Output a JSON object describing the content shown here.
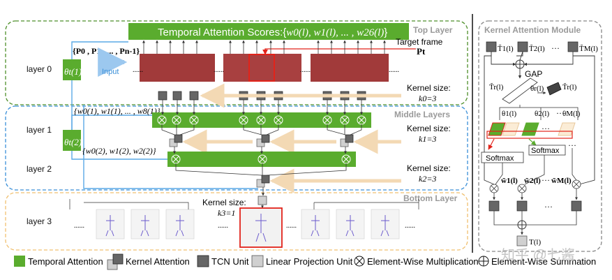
{
  "panels": {
    "top_layer": "Top Layer",
    "middle_layers": "Middle Layers",
    "bottom_layer": "Bottom Layer",
    "kernel_module": "Kernel Attention Module"
  },
  "temporal_scores": "Temporal Attention Scores:{",
  "temporal_scores_vars": "w0(l), w1(l), ... , w26(l)",
  "temporal_scores_close": "}",
  "layers": {
    "l0": "layer 0",
    "l1": "layer 1",
    "l2": "layer 2",
    "l3": "layer 3"
  },
  "theta_top": "θt(1)",
  "theta_mid": "θt(2)",
  "frames_set": "{P0 , P1 , ... , Pn-1}",
  "input": "Input",
  "target_frame": "Target frame",
  "pt": "Pt",
  "w_mid_set": "{w0(1), w1(1), ... , w8(1)}",
  "w_low_set": "{w0(2), w1(2), w2(2)}",
  "kernel_size_label": "Kernel size:",
  "k0": "k0=3",
  "k1": "k1=3",
  "k2": "k2=3",
  "k3": "k3=1",
  "dots": "......",
  "module": {
    "t1": "T̃1(l)",
    "t2": "T̃2(l)",
    "tdots": "···",
    "tm": "T̃M(l)",
    "gap": "GAP",
    "tr_left": "T̃r(l)",
    "theta_r": "θr(l)",
    "tr_right": "T̃r(l)",
    "th1": "θ1(l)",
    "th2": "θ2(l)",
    "thdots": "···",
    "thm": "θM(l)",
    "softmax": "Softmax",
    "w1": "w̃1(l)",
    "w2": "w̃2(l)",
    "wdots": "···",
    "wm": "w̃M(l)",
    "out": "T(l)",
    "dots": "···"
  },
  "legend": {
    "temporal": "Temporal Attention",
    "kernel": "Kernel Attention",
    "tcn": "TCN Unit",
    "linear": "Linear Projection Unit",
    "mult": "Element-Wise Multiplication",
    "sum": "Element-Wise Summation"
  },
  "watermark": "知乎 @七酱",
  "colors": {
    "green": "#5aac2e",
    "dark_unit": "#666666",
    "light_unit": "#d0d0d0",
    "red": "#e2231a",
    "blue_dashed": "#3a8fd8",
    "green_dashed": "#4e8f2a",
    "orange_dashed": "#f0c070"
  }
}
